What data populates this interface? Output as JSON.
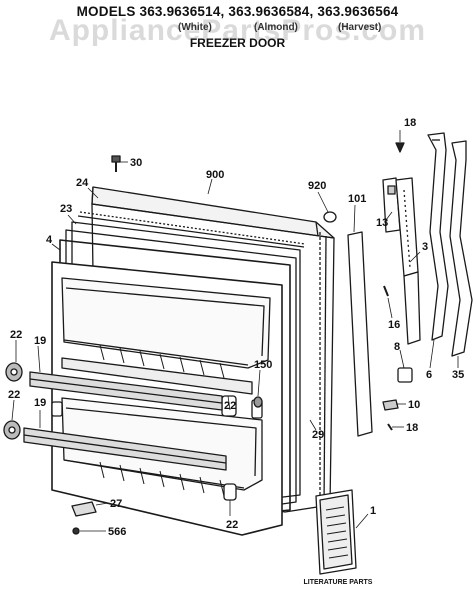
{
  "header": {
    "title": "MODELS 363.9636514, 363.9636584, 363.9636564",
    "variant_1": "(White)",
    "variant_2": "(Almond)",
    "variant_3": "(Harvest)",
    "subtitle": "FREEZER DOOR"
  },
  "watermark": "AppliancePartsPros.com",
  "callouts": {
    "c18_top": "18",
    "c30": "30",
    "c900": "900",
    "c920": "920",
    "c24": "24",
    "c101": "101",
    "c13": "13",
    "c23": "23",
    "c3": "3",
    "c4": "4",
    "c16": "16",
    "c22_left_top": "22",
    "c19_top": "19",
    "c8": "8",
    "c6": "6",
    "c35": "35",
    "c150": "150",
    "c22_mid": "22",
    "c29": "29",
    "c10": "10",
    "c18_bottom": "18",
    "c22_left_bottom": "22",
    "c19_bottom": "19",
    "c27": "27",
    "c566": "566",
    "c22_bottom": "22",
    "c1": "1"
  },
  "literature_label": "LITERATURE PARTS"
}
